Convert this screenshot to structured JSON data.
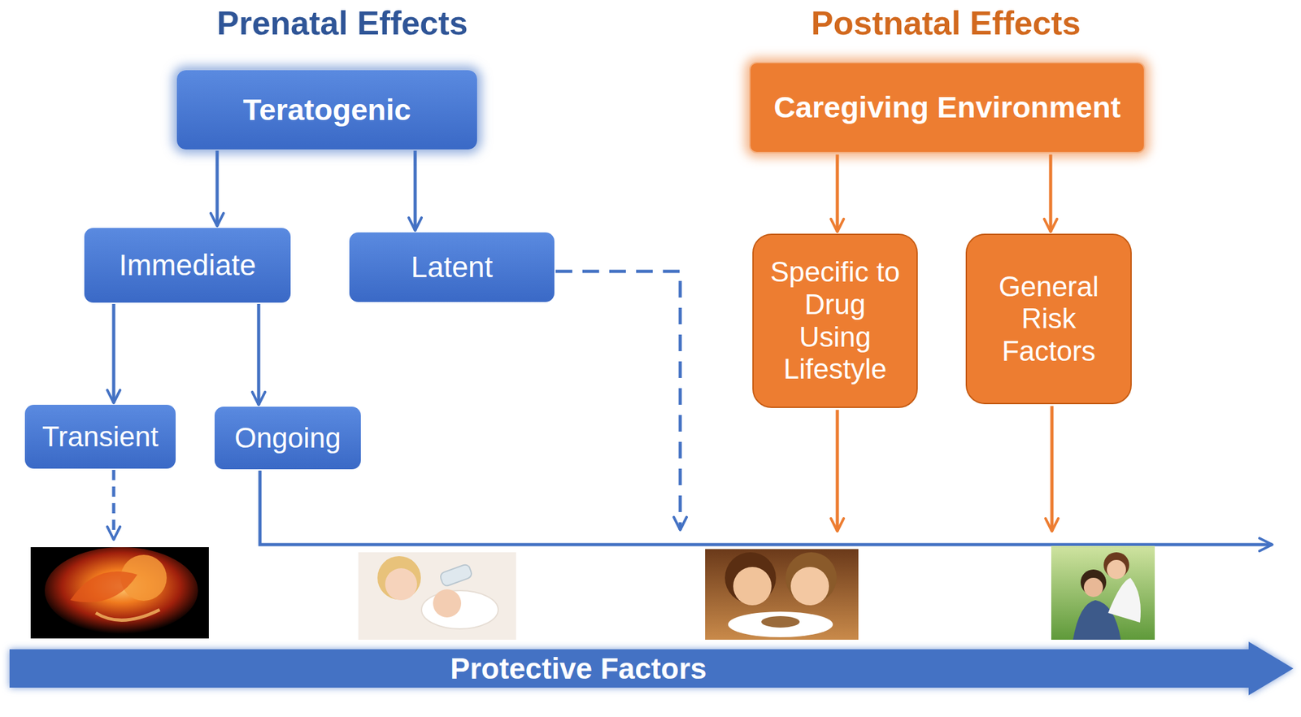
{
  "diagram": {
    "nodes": [
      {
        "text": [
          "Teratogenic"
        ]
      },
      {
        "text": [
          "Immediate"
        ]
      },
      {
        "text": [
          "Latent"
        ]
      },
      {
        "text": [
          "Transient"
        ]
      },
      {
        "text": [
          "Ongoing"
        ]
      },
      {
        "text": [
          "Caregiving Environment"
        ]
      },
      {
        "text": [
          "Specific to Drug Using Lifestyle"
        ]
      },
      {
        "text": [
          "General Risk Factors"
        ]
      },
      {
        "text": [
          "Protective Factors"
        ]
      }
    ],
    "edges": [
      {
        "from": 0,
        "to": 1,
        "arrow": "to"
      },
      {
        "from": 0,
        "to": 2,
        "arrow": "to"
      },
      {
        "from": 1,
        "to": 3,
        "arrow": "to"
      },
      {
        "from": 1,
        "to": 4,
        "arrow": "to"
      },
      {
        "from": 5,
        "to": 6,
        "arrow": "to"
      },
      {
        "from": 5,
        "to": 7,
        "arrow": "to"
      }
    ],
    "labels": [
      "Prenatal Effects",
      "Postnatal Effects"
    ]
  }
}
